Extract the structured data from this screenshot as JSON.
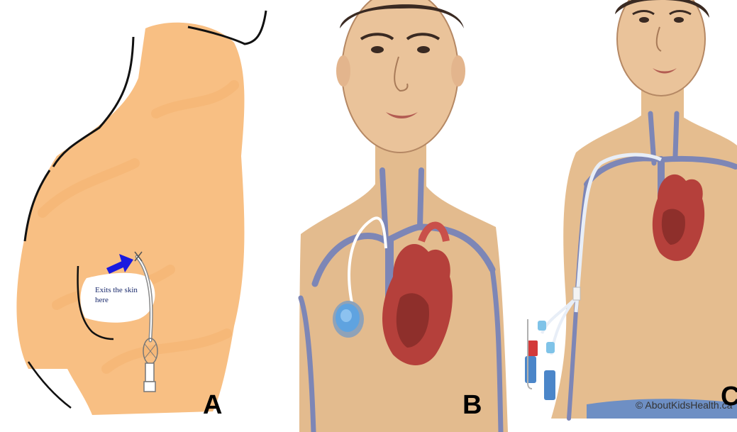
{
  "panels": {
    "a": {
      "letter": "A",
      "annotation": "Exits the skin here",
      "colors": {
        "skin": "#f8bf83",
        "outline": "#111111",
        "arrow": "#1a1adf",
        "catheter": "#9a9a9a"
      }
    },
    "b": {
      "letter": "B",
      "colors": {
        "skin": "#e3bb8e",
        "vein": "#7d86b6",
        "heart": "#b5403b",
        "port": "#5fa3e0"
      }
    },
    "c": {
      "letter": "C",
      "copyright": "© AboutKidsHealth.ca",
      "colors": {
        "skin": "#e5bd8f",
        "vein": "#7d86b6",
        "heart": "#b5403b",
        "line_tube": "#e8eef7",
        "clamp_red": "#d33a3a",
        "connector_blue": "#4b86c9"
      }
    }
  }
}
